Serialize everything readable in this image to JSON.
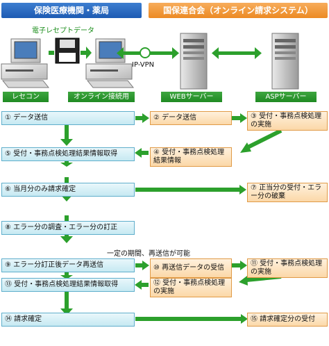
{
  "headers": {
    "left": "保険医療機関・薬局",
    "right": "国保連合会（オンライン請求システム）"
  },
  "network": {
    "media_label": "電子レセプトデータ",
    "vpn_label": "IP-VPN"
  },
  "devices": {
    "recekon": "レセコン",
    "online_pc": "オンライン接続用",
    "web_server": "WEBサーバー",
    "asp_server": "ASPサーバー"
  },
  "note": "一定の期間、再送信が可能",
  "steps": {
    "s1": "① データ送信",
    "s2": "② データ送信",
    "s3": "③ 受付・事務点検処理の実施",
    "s4": "④ 受付・事務点検処理結果情報",
    "s5": "⑤ 受付・事務点検処理結果情報取得",
    "s6": "⑥ 当月分のみ請求確定",
    "s7": "⑦ 正当分の受付・エラー分の破棄",
    "s8": "⑧ エラー分の調査・エラー分の訂正",
    "s9": "⑨ エラー分訂正後データ再送信",
    "s10": "⑩ 再送信データの受信",
    "s11": "⑪ 受付・事務点検処理の実施",
    "s12": "⑫ 受付・事務点検処理の実施",
    "s13": "⑬ 受付・事務点検処理結果情報取得",
    "s14": "⑭ 請求確定",
    "s15": "⑮ 請求確定分の受付"
  },
  "colors": {
    "header_blue": "#2a6cc4",
    "header_orange": "#f09a3a",
    "arrow_green": "#2ca02c",
    "box_blue_fill": "#d6f0f7",
    "box_orange_fill": "#fde3bf"
  }
}
